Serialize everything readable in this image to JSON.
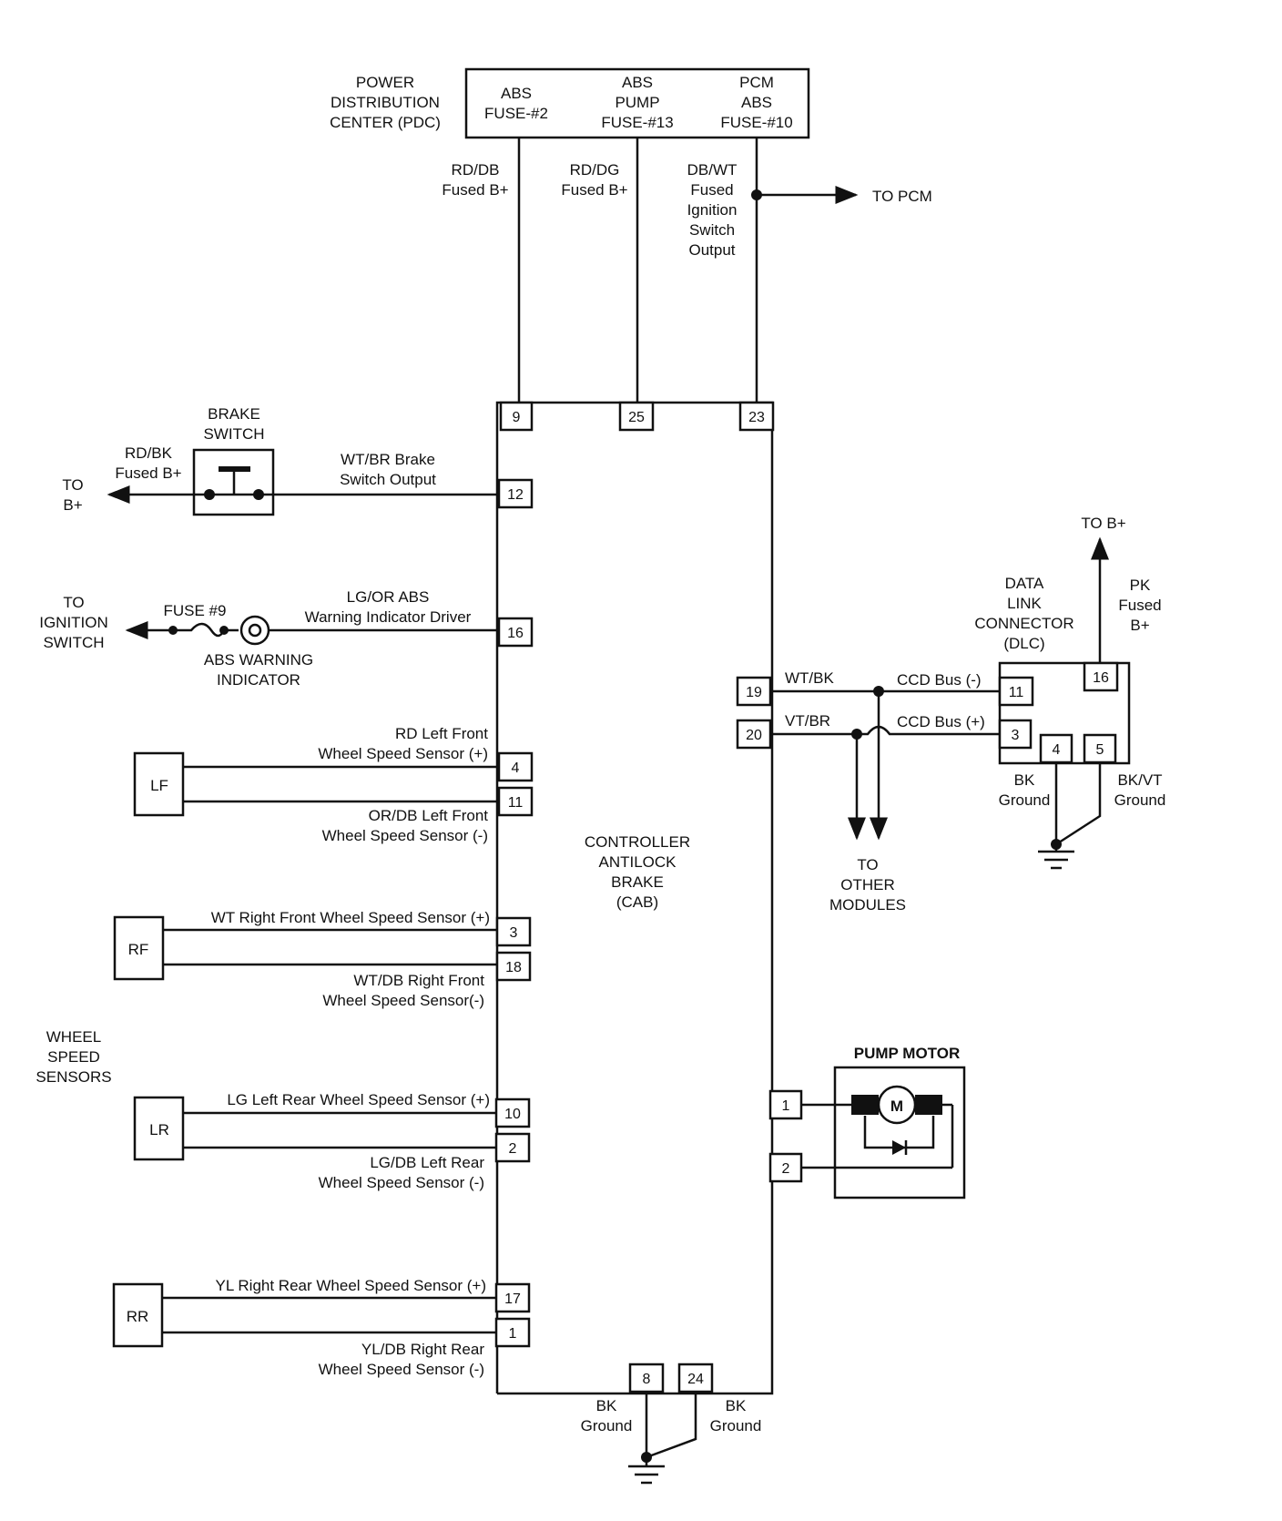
{
  "pdc": {
    "label": [
      "POWER",
      "DISTRIBUTION",
      "CENTER (PDC)"
    ],
    "fuse1": [
      "ABS",
      "FUSE-#2"
    ],
    "fuse2": [
      "ABS",
      "PUMP",
      "FUSE-#13"
    ],
    "fuse3": [
      "PCM",
      "ABS",
      "FUSE-#10"
    ]
  },
  "wires": {
    "w9": [
      "RD/DB",
      "Fused B+"
    ],
    "w25": [
      "RD/DG",
      "Fused B+"
    ],
    "w23": [
      "DB/WT",
      "Fused",
      "Ignition",
      "Switch",
      "Output"
    ],
    "to_pcm": "TO PCM"
  },
  "brake_switch": {
    "title": [
      "BRAKE",
      "SWITCH"
    ],
    "feed": [
      "RD/BK",
      "Fused B+"
    ],
    "to": [
      "TO",
      "B+"
    ],
    "output": [
      "WT/BR Brake",
      "Switch Output"
    ]
  },
  "warning": {
    "to": [
      "TO",
      "IGNITION",
      "SWITCH"
    ],
    "fuse": "FUSE #9",
    "lamp": [
      "ABS WARNING",
      "INDICATOR"
    ],
    "driver": [
      "LG/OR ABS",
      "Warning Indicator Driver"
    ]
  },
  "sensors": {
    "lf": {
      "name": "LF",
      "pos": [
        "RD Left Front",
        "Wheel Speed Sensor (+)"
      ],
      "neg": [
        "OR/DB Left Front",
        "Wheel Speed Sensor (-)"
      ]
    },
    "rf": {
      "name": "RF",
      "pos": "WT  Right Front Wheel Speed Sensor (+)",
      "neg": [
        "WT/DB Right Front",
        "Wheel Speed Sensor(-)"
      ]
    },
    "group": [
      "WHEEL",
      "SPEED",
      "SENSORS"
    ],
    "lr": {
      "name": "LR",
      "pos": "LG Left Rear Wheel Speed Sensor (+)",
      "neg": [
        "LG/DB Left Rear",
        "Wheel Speed Sensor (-)"
      ]
    },
    "rr": {
      "name": "RR",
      "pos": "YL  Right Rear Wheel Speed Sensor (+)",
      "neg": [
        "YL/DB Right Rear",
        "Wheel Speed Sensor (-)"
      ]
    }
  },
  "cab": {
    "label": [
      "CONTROLLER",
      "ANTILOCK",
      "BRAKE",
      "(CAB)"
    ],
    "pins": {
      "p9": "9",
      "p25": "25",
      "p23": "23",
      "p12": "12",
      "p16": "16",
      "p4": "4",
      "p11": "11",
      "p3": "3",
      "p18": "18",
      "p10": "10",
      "p2": "2",
      "p17": "17",
      "p1": "1",
      "p8": "8",
      "p24": "24",
      "p19": "19",
      "p20": "20",
      "pm1": "1",
      "pm2": "2"
    }
  },
  "bus": {
    "wtbk": "WT/BK",
    "vtbr": "VT/BR",
    "ccd_neg": "CCD Bus (-)",
    "ccd_pos": "CCD Bus (+)",
    "to_modules": [
      "TO",
      "OTHER",
      "MODULES"
    ]
  },
  "dlc": {
    "label": [
      "DATA",
      "LINK",
      "CONNECTOR",
      "(DLC)"
    ],
    "to_b": "TO B+",
    "pk": [
      "PK",
      "Fused",
      "B+"
    ],
    "pins": {
      "p16": "16",
      "p11": "11",
      "p3": "3",
      "p4": "4",
      "p5": "5"
    },
    "bk": [
      "BK",
      "Ground"
    ],
    "bkvt": [
      "BK/VT",
      "Ground"
    ]
  },
  "pump": {
    "title": "PUMP MOTOR",
    "m": "M"
  },
  "ground": {
    "bk8": [
      "BK",
      "Ground"
    ],
    "bk24": [
      "BK",
      "Ground"
    ]
  }
}
